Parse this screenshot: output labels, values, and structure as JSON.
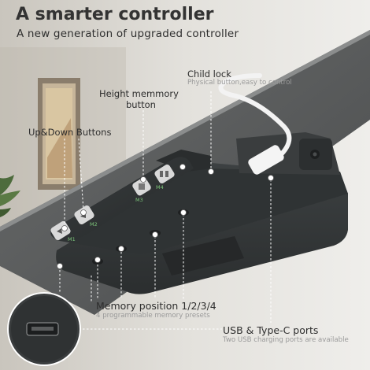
{
  "header": {
    "title": "A smarter controller",
    "subtitle": "A new generation of upgraded controller"
  },
  "callouts": {
    "child_lock": {
      "label": "Child lock",
      "desc": "Physical button,easy to control"
    },
    "height_memory": {
      "label_line1": "Height memmory",
      "label_line2": "button"
    },
    "up_down": {
      "label": "Up&Down Buttons"
    },
    "memory_position": {
      "label": "Memory position 1/2/3/4",
      "desc": "4 programmable memory presets"
    },
    "usb_ports": {
      "label": "USB & Type-C ports",
      "desc": "Two USB charging ports are available"
    }
  },
  "device": {
    "button_labels": [
      "M1",
      "M2",
      "M3",
      "M4"
    ]
  },
  "colors": {
    "background": "#ecebe8",
    "controller_body": "#353839",
    "callout_line": "#ffffff",
    "desk_underside": "#5d5f5f"
  }
}
